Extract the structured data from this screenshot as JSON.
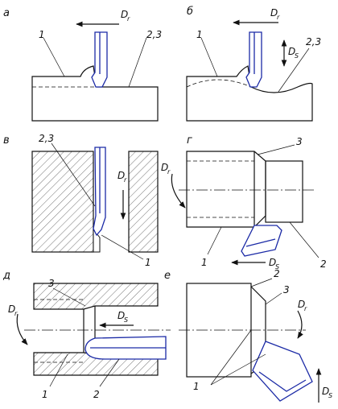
{
  "panels": {
    "a": {
      "letter": "а",
      "labels": {
        "surface_1": "1",
        "surface_23": "2,3",
        "feed_letter": "D",
        "feed_sub": "r"
      }
    },
    "b": {
      "letter": "б",
      "labels": {
        "surface_1": "1",
        "surface_23": "2,3",
        "main_letter": "D",
        "main_sub": "r",
        "feed_letter": "D",
        "feed_sub": "S"
      }
    },
    "v": {
      "letter": "в",
      "labels": {
        "surface_1": "1",
        "surface_23": "2,3",
        "main_letter": "D",
        "main_sub": "r"
      }
    },
    "g": {
      "letter": "г",
      "labels": {
        "surface_1": "1",
        "surface_2": "2",
        "surface_3": "3",
        "main_letter": "D",
        "main_sub": "r",
        "feed_letter": "D",
        "feed_sub": "S"
      }
    },
    "d": {
      "letter": "д",
      "labels": {
        "surface_1": "1",
        "surface_2": "2",
        "surface_3": "3",
        "main_letter": "D",
        "main_sub": "r",
        "feed_letter": "D",
        "feed_sub": "S"
      }
    },
    "e": {
      "letter": "е",
      "labels": {
        "surface_1": "1",
        "surface_2": "2",
        "surface_3": "3",
        "main_letter": "D",
        "main_sub": "r",
        "feed_letter": "D",
        "feed_sub": "S"
      }
    }
  },
  "colors": {
    "tool": "#1b2aa6",
    "lines": "#111111",
    "background": "#ffffff"
  }
}
